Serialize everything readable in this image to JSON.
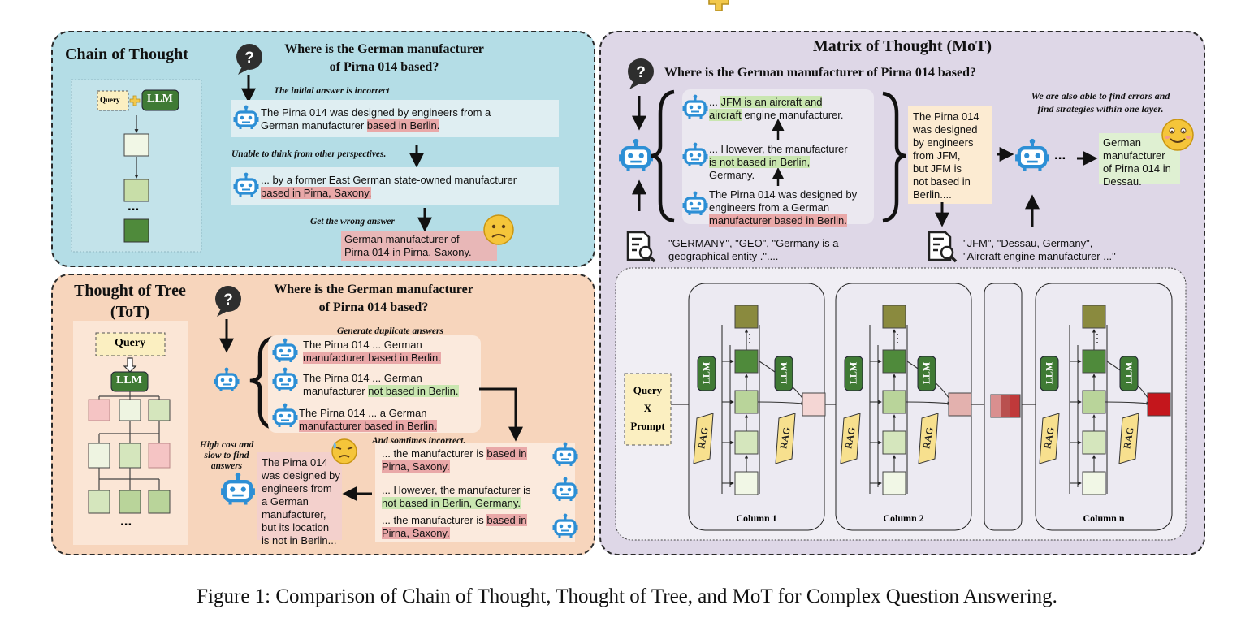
{
  "cot": {
    "title": "Chain of Thought",
    "question_l1": "Where is the German manufacturer",
    "question_l2": "of Pirna 014 based?",
    "query_label": "Query",
    "llm_label": "LLM",
    "ellipsis": "...",
    "note_initial": "The initial answer is incorrect",
    "answer1_a": "The Pirna 014 was designed by engineers from a",
    "answer1_b": "German manufacturer ",
    "answer1_hl": "based in Berlin.",
    "note_unable": "Unable to think from other perspectives.",
    "answer2_a": "... by a former East German state-owned manufacturer",
    "answer2_hl": "based in Pirna, Saxony.",
    "note_wrong": "Get the wrong answer",
    "final_l1": "German manufacturer of",
    "final_l2": "Pirna 014 in Pirna, Saxony."
  },
  "tot": {
    "title_l1": "Thought of Tree",
    "title_l2": "(ToT)",
    "question_l1": "Where is the German manufacturer",
    "question_l2": "of Pirna 014 based?",
    "query_label": "Query",
    "llm_label": "LLM",
    "ellipsis": "...",
    "note_dup": "Generate duplicate answers",
    "a1_a": "The Pirna 014 ... German",
    "a1_hl": "manufacturer based in Berlin.",
    "a2_a": "The Pirna 014 ... German",
    "a2_b": "manufacturer ",
    "a2_hl": "not based in Berlin.",
    "a3_a": "The Pirna 014 ... a German",
    "a3_hl": "manufacturer based in Berlin.",
    "note_incorrect": "And somtimes incorrect.",
    "b1_a": "... the manufacturer is ",
    "b1_hl1": "based in",
    "b1_hl2": "Pirna, Saxony.",
    "b2_a": "... However, the manufacturer is",
    "b2_hl": "not based in Berlin, Germany.",
    "b3_a": "... the manufacturer is ",
    "b3_hl1": "based in",
    "b3_hl2": "Pirna, Saxony.",
    "note_cost_l1": "High cost and",
    "note_cost_l2": "slow to find",
    "note_cost_l3": "answers",
    "final": [
      "The Pirna 014",
      "was designed by",
      "engineers from",
      "a German",
      "manufacturer,",
      "but its location",
      "is not in Berlin..."
    ]
  },
  "mot": {
    "title": "Matrix of Thought (MoT)",
    "question": "Where is the German manufacturer of Pirna 014 based?",
    "r1_a": "... ",
    "r1_hl1": "JFM is an aircraft and",
    "r1_hl2": "aircraft",
    "r1_b": " engine manufacturer.",
    "r2_a": "... However, the manufacturer",
    "r2_hl": "is not based in Berlin,",
    "r2_b": "Germany.",
    "r3_a": "The Pirna 014 was designed by",
    "r3_b": "engineers from a German",
    "r3_hl": "manufacturer based in Berlin.",
    "retrieval1_l1": "\"GERMANY\", \"GEO\", \"Germany is a",
    "retrieval1_l2": "geographical entity .\"....",
    "summary": [
      "The Pirna 014",
      "was designed",
      "by engineers",
      "from JFM,",
      "but JFM is",
      "not based in",
      "Berlin...."
    ],
    "ellipsis": "...",
    "note_l1": "We are also able to find errors and",
    "note_l2": "find strategies within one layer.",
    "final": [
      "German",
      "manufacturer",
      "of Pirna 014 in",
      "Dessau."
    ],
    "retrieval2_l1": "\"JFM\", \"Dessau, Germany\",",
    "retrieval2_l2": "\"Aircraft engine manufacturer ...\"",
    "query_label": "Query",
    "x_label": "X",
    "prompt_label": "Prompt",
    "llm_label": "LLM",
    "rag_label": "RAG",
    "col1": "Column 1",
    "col2": "Column 2",
    "coln": "Column n"
  },
  "caption": "Figure 1: Comparison of Chain of Thought, Thought of Tree, and MoT for Complex Question Answering.",
  "colors": {
    "cot_bg": "#b4dde6",
    "tot_bg": "#f7d5bc",
    "mot_bg": "#ded7e7",
    "robot": "#2d8fd5",
    "llm_green": "#3f7a34",
    "rag_yellow": "#f7e08e",
    "highlight_red": "#e9a8a8",
    "highlight_green": "#c9e6b0"
  }
}
